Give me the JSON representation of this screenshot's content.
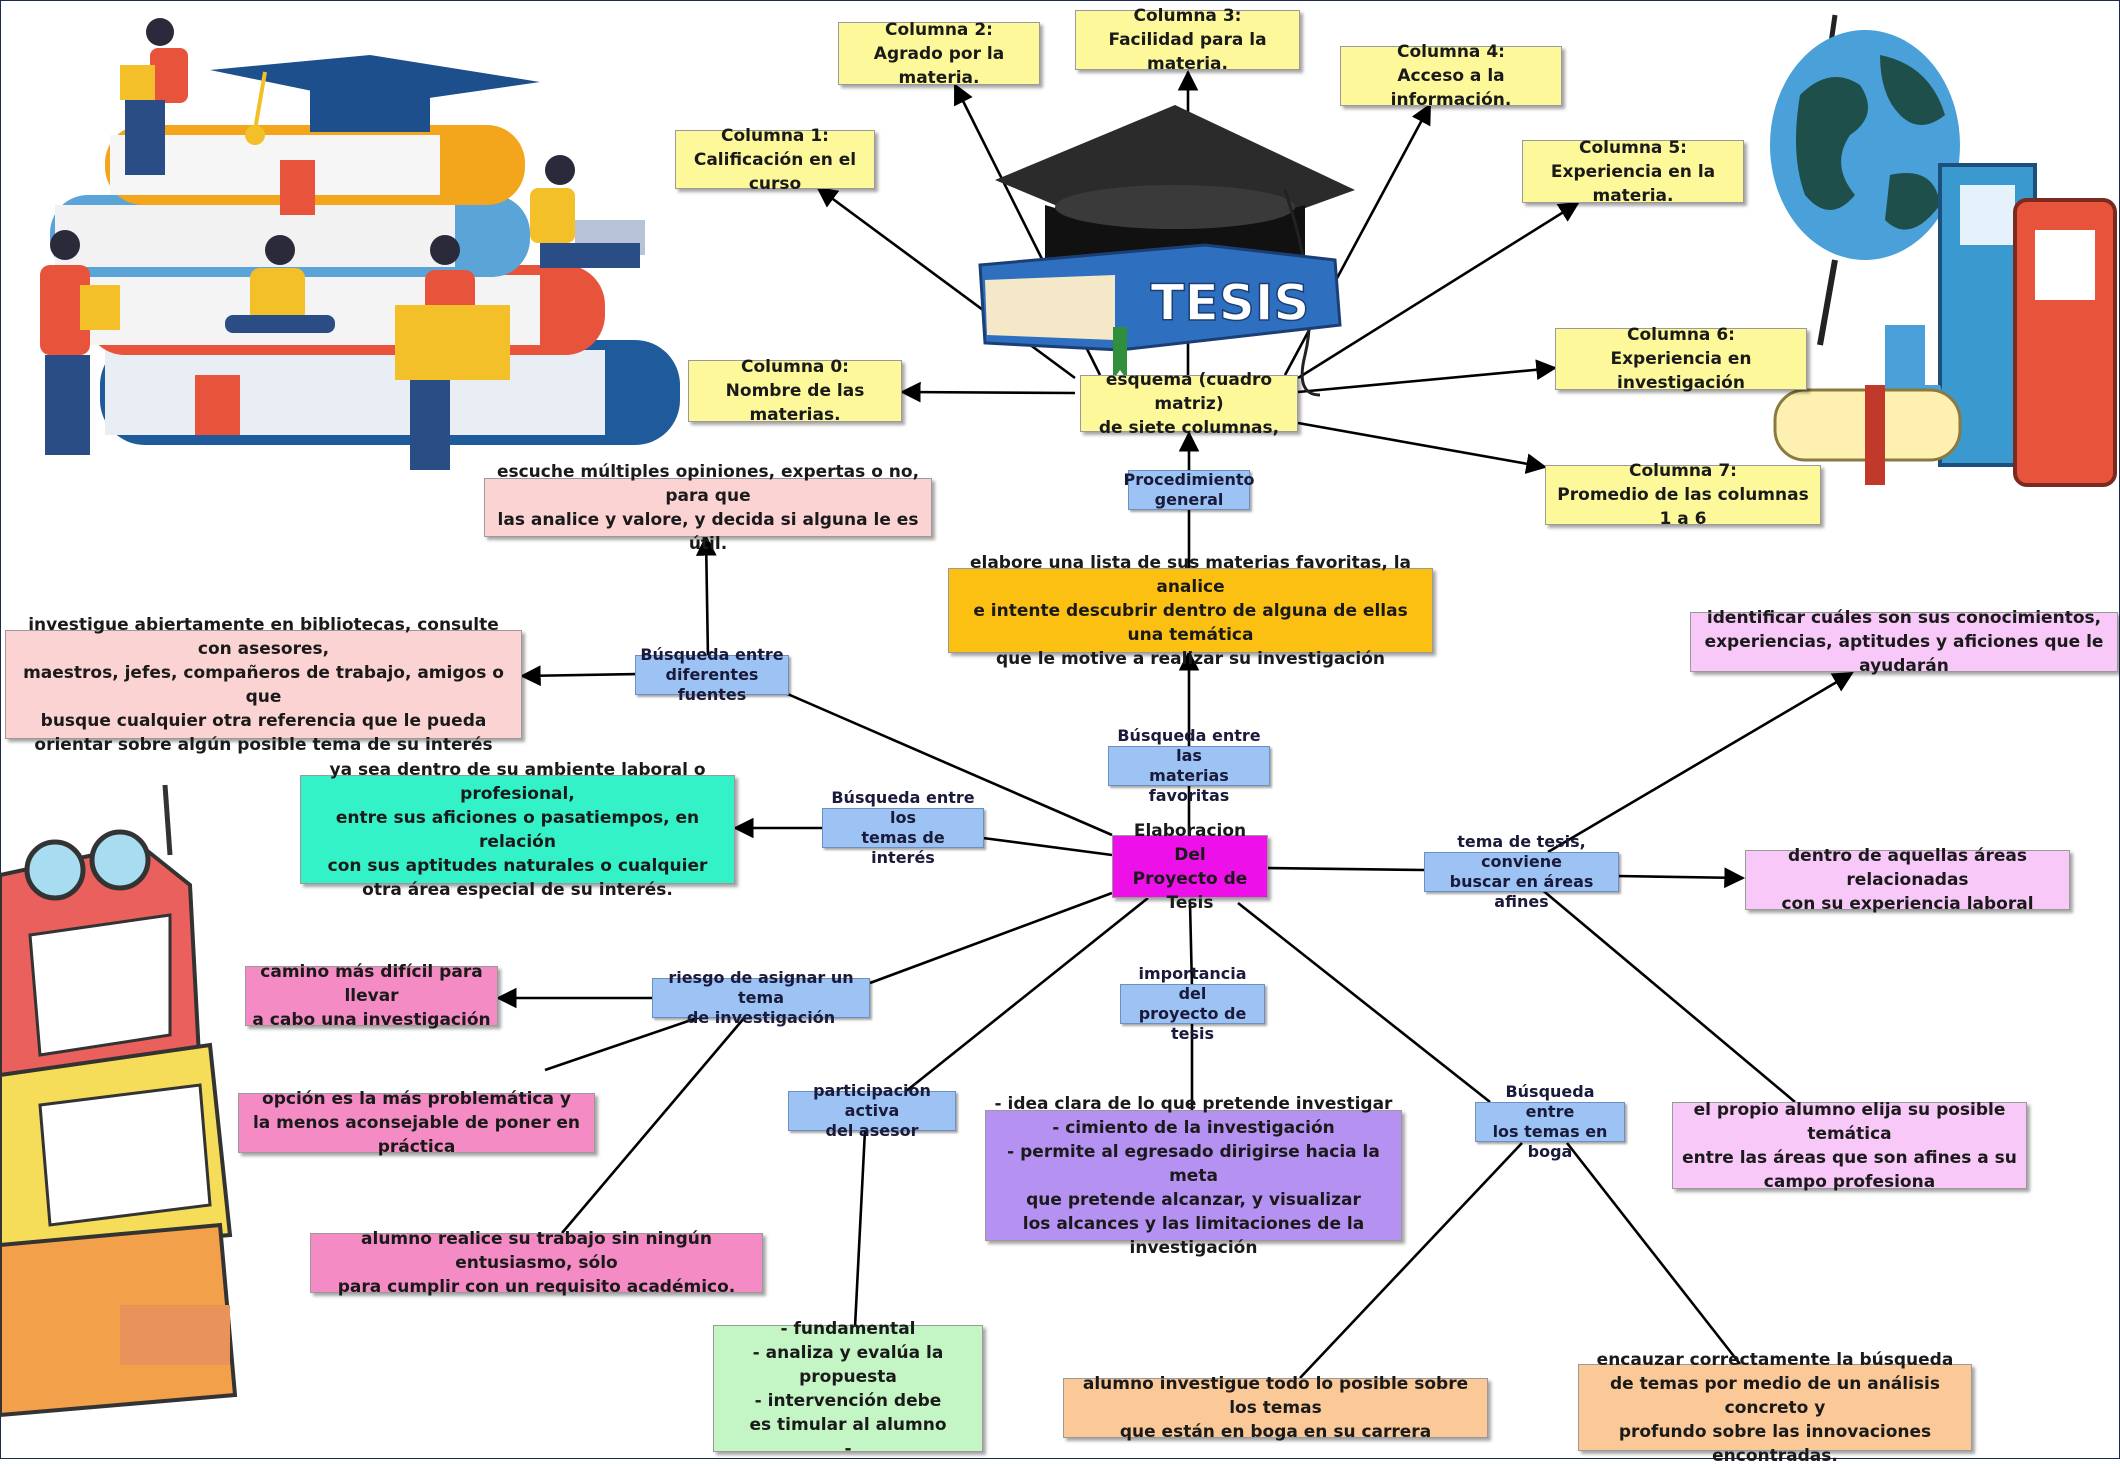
{
  "center": {
    "label": "Elaboracion Del\nProyecto de Tesis"
  },
  "hat_text": "TESIS",
  "top_branch": {
    "favorites_label": "Búsqueda entre las\nmaterias favoritas",
    "favorites_text": "elabore una lista de sus materias favoritas, la analice\ne intente descubrir dentro de alguna de ellas una temática\nque le motive a realizar su investigación",
    "procedure_label": "Procedimiento\ngeneral",
    "scheme": "esquema (cuadro matriz)\nde siete columnas,",
    "columns": [
      "Columna 0:\nNombre de las materias.",
      "Columna 1:\nCalificación en el curso",
      "Columna 2:\nAgrado por la materia.",
      "Columna 3:\nFacilidad para la materia.",
      "Columna 4:\nAcceso a la información.",
      "Columna 5:\nExperiencia en la materia.",
      "Columna 6:\nExperiencia en investigación",
      "Columna 7:\nPromedio de las columnas 1 a 6"
    ]
  },
  "sources_branch": {
    "label": "Búsqueda entre\ndiferentes fuentes",
    "opinions": "escuche múltiples opiniones, expertas o no, para que\nlas analice y valore, y decida si alguna le es útil.",
    "investigate": "investigue abiertamente en bibliotecas, consulte con asesores,\nmaestros, jefes, compañeros de trabajo, amigos o que\nbusque cualquier otra referencia que le pueda\norientar sobre algún posible tema de su interés"
  },
  "interest_branch": {
    "label": "Búsqueda entre los\ntemas de interés",
    "text": "ya sea dentro de su ambiente laboral o profesional,\nentre sus aficiones o pasatiempos, en relación\ncon sus aptitudes naturales o cualquier\notra área especial de su interés."
  },
  "risk_branch": {
    "label": "riesgo de asignar un tema\nde investigación",
    "difficult": "camino más difícil para llevar\na cabo una investigación",
    "problematic": "opción es la más problemática y\nla menos aconsejable de poner en práctica",
    "enthusiasm": "alumno realice su trabajo sin ningún entusiasmo, sólo\npara cumplir con un requisito académico."
  },
  "advisor_branch": {
    "label": "participación activa\ndel asesor",
    "text": "- fundamental\n- analiza y evalúa la propuesta\n- intervención debe\nes timular al alumno\n-"
  },
  "importance_branch": {
    "label": "importancia del\nproyecto de tesis",
    "text": "- idea clara de lo que pretende investigar\n-  cimiento de la investigación\n- permite al egresado dirigirse hacia la meta\nque pretende alcanzar, y visualizar\nlos alcances y las limitaciones de la investigación"
  },
  "trend_branch": {
    "label": "Búsqueda entre\nlos temas en boga",
    "investigate": "alumno investigue todo lo posible sobre los temas\nque están en boga en su carrera",
    "channel": "encauzar correctamente la búsqueda\nde temas por medio de un análisis concreto y\nprofundo sobre las innovaciones encontradas."
  },
  "related_branch": {
    "label": "tema de tesis, conviene\nbuscar en áreas afines",
    "identify": "identificar cuáles son sus conocimientos,\nexperiencias, aptitudes y aficiones que le ayudarán",
    "within": "dentro de aquellas áreas relacionadas\ncon su experiencia laboral",
    "choose": "el propio alumno elija su posible temática\nentre las áreas que son afines a su\ncampo profesiona"
  },
  "colors": {
    "center": "#ee10e8",
    "label": "#9cc3f4",
    "columns": "#fdf99a",
    "favorites": "#fcc012",
    "interest": "#33f2c8",
    "importance": "#b592f2",
    "advisor": "#c4f5c4",
    "trends": "#fbc898",
    "related": "#f8c8f8"
  },
  "icons": [
    "students-books-illustration",
    "graduation-cap-tesis-icon",
    "globe-books-illustration",
    "cartoon-books-illustration"
  ]
}
